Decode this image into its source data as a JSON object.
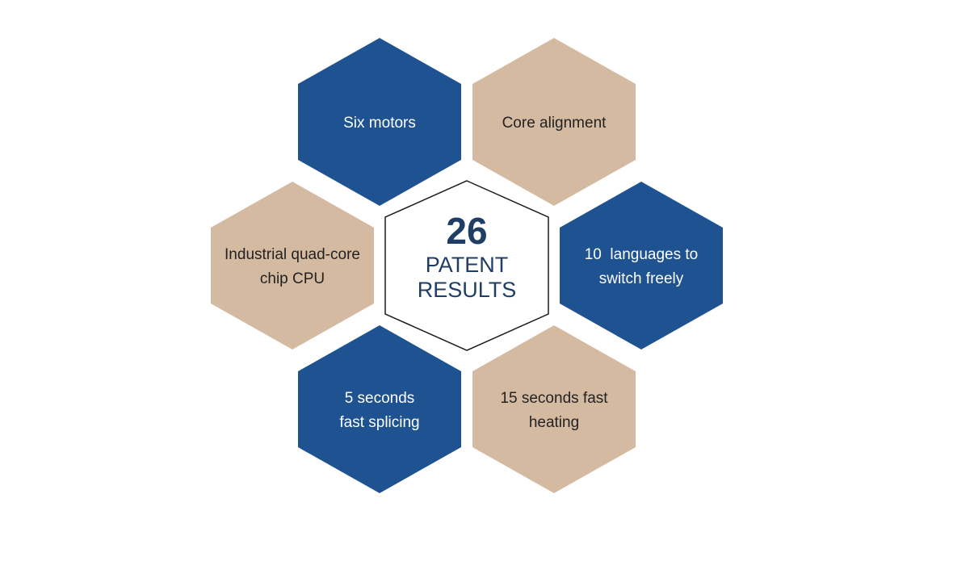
{
  "colors": {
    "blue": "#1e5290",
    "tan": "#d5baa2",
    "center_fill": "#ffffff",
    "center_stroke": "#1a1a1a",
    "center_text": "#1f3e66",
    "page_background": "#ffffff"
  },
  "center": {
    "number": "26",
    "line1": "PATENT",
    "line2": "RESULTS"
  },
  "features": [
    {
      "id": "six-motors",
      "color": "blue",
      "lines": [
        "Six motors"
      ]
    },
    {
      "id": "core-alignment",
      "color": "tan",
      "lines": [
        "Core alignment"
      ]
    },
    {
      "id": "languages",
      "color": "blue",
      "lines": [
        "10  languages to",
        "switch freely"
      ]
    },
    {
      "id": "fast-heating",
      "color": "tan",
      "lines": [
        "15 seconds fast",
        "heating"
      ]
    },
    {
      "id": "fast-splicing",
      "color": "blue",
      "lines": [
        "5 seconds",
        "fast splicing"
      ]
    },
    {
      "id": "quad-core",
      "color": "tan",
      "lines": [
        "Industrial quad-core",
        "chip CPU"
      ]
    }
  ]
}
